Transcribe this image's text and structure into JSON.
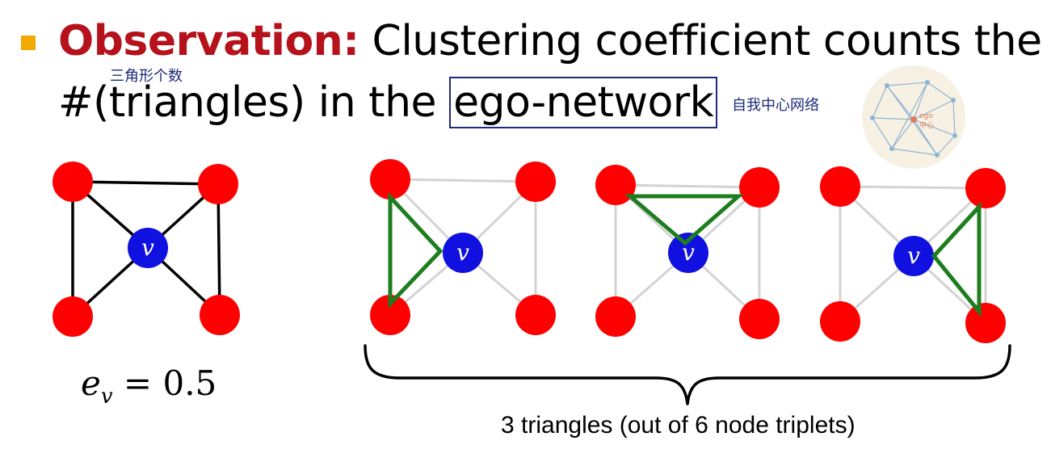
{
  "title": {
    "label": "Observation:",
    "line1_rest": " Clustering coefficient counts the",
    "line2_pre": "#(triangles) in the ",
    "line2_boxed": "ego-network"
  },
  "annotations": {
    "triangles_note": "三角形个数",
    "ego_note": "自我中心网络",
    "thumbnail_label_1": "ego",
    "thumbnail_label_2": "中心"
  },
  "formula": {
    "var": "e",
    "sub": "v",
    "eq": " = ",
    "value": "0.5"
  },
  "caption": "3 triangles (out of 6 node triplets)",
  "graph": {
    "center_label": "v"
  },
  "colors": {
    "node": "#ff0000",
    "center": "#1010e0",
    "edge": "#000000",
    "faded_edge": "#d3d3d3",
    "triangle": "#1e7d1e",
    "accent": "#f2a900",
    "title_accent": "#b5121b"
  }
}
